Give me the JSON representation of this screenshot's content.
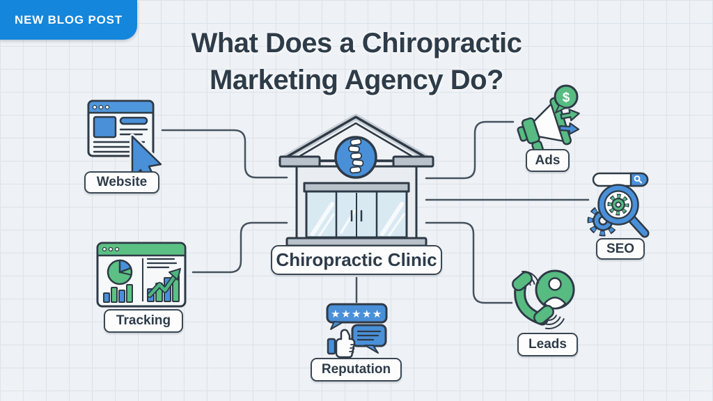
{
  "badge": {
    "label": "NEW BLOG POST"
  },
  "title": {
    "line1": "What Does a Chiropractic",
    "line2": "Marketing Agency Do?"
  },
  "center_node": {
    "label": "Chiropractic Clinic",
    "icon": "clinic-building-icon"
  },
  "nodes": [
    {
      "id": "website",
      "label": "Website",
      "icon": "browser-window-cursor-icon",
      "side": "top-left"
    },
    {
      "id": "tracking",
      "label": "Tracking",
      "icon": "analytics-dashboard-icon",
      "side": "bottom-left"
    },
    {
      "id": "ads",
      "label": "Ads",
      "icon": "megaphone-dollar-icon",
      "side": "top-right"
    },
    {
      "id": "seo",
      "label": "SEO",
      "icon": "search-magnifier-gears-icon",
      "side": "right"
    },
    {
      "id": "leads",
      "label": "Leads",
      "icon": "phone-call-contact-icon",
      "side": "bottom-right"
    },
    {
      "id": "reputation",
      "label": "Reputation",
      "icon": "review-stars-thumbs-up-icon",
      "side": "bottom-center"
    }
  ],
  "icon_text": {
    "dollar": "$",
    "stars": "★★★★★"
  },
  "colors": {
    "badge_bg": "#1486db",
    "title_text": "#2e3c49",
    "accent_blue": "#4a90d9",
    "accent_green": "#57bb82",
    "outline": "#2e3a46",
    "connector": "#46525e",
    "background": "#eef1f5",
    "grid_line": "#dce3eb",
    "label_bg": "#fdfdfe"
  }
}
